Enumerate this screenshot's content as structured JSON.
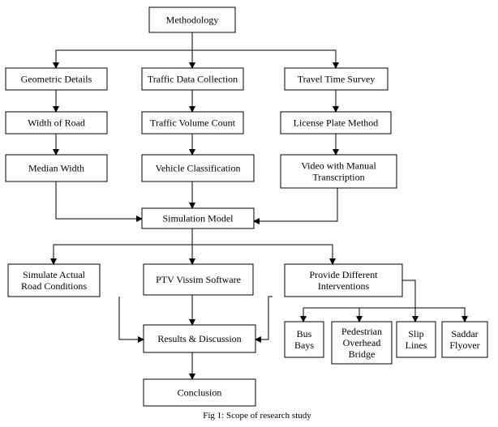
{
  "diagram": {
    "caption": "Fig 1: Scope of research study",
    "nodes": [
      {
        "id": "methodology",
        "lines": [
          "Methodology"
        ]
      },
      {
        "id": "geometric-details",
        "lines": [
          "Geometric Details"
        ]
      },
      {
        "id": "traffic-data-collection",
        "lines": [
          "Traffic Data Collection"
        ]
      },
      {
        "id": "travel-time-survey",
        "lines": [
          "Travel Time Survey"
        ]
      },
      {
        "id": "width-of-road",
        "lines": [
          "Width of Road"
        ]
      },
      {
        "id": "traffic-volume-count",
        "lines": [
          "Traffic Volume Count"
        ]
      },
      {
        "id": "license-plate-method",
        "lines": [
          "License Plate Method"
        ]
      },
      {
        "id": "median-width",
        "lines": [
          "Median Width"
        ]
      },
      {
        "id": "vehicle-classification",
        "lines": [
          "Vehicle Classification"
        ]
      },
      {
        "id": "video-manual-transcription",
        "lines": [
          "Video with Manual",
          "Transcription"
        ]
      },
      {
        "id": "simulation-model",
        "lines": [
          "Simulation Model"
        ]
      },
      {
        "id": "simulate-actual-road-conditions",
        "lines": [
          "Simulate Actual",
          "Road Conditions"
        ]
      },
      {
        "id": "ptv-vissim-software",
        "lines": [
          "PTV Vissim Software"
        ]
      },
      {
        "id": "provide-different-interventions",
        "lines": [
          "Provide Different",
          "Interventions"
        ]
      },
      {
        "id": "results-discussion",
        "lines": [
          "Results & Discussion"
        ]
      },
      {
        "id": "bus-bays",
        "lines": [
          "Bus",
          "Bays"
        ]
      },
      {
        "id": "pedestrian-overhead-bridge",
        "lines": [
          "Pedestrian",
          "Overhead",
          "Bridge"
        ]
      },
      {
        "id": "slip-lines",
        "lines": [
          "Slip",
          "Lines"
        ]
      },
      {
        "id": "saddar-flyover",
        "lines": [
          "Saddar",
          "Flyover"
        ]
      },
      {
        "id": "conclusion",
        "lines": [
          "Conclusion"
        ]
      }
    ],
    "edges": [
      {
        "from": "methodology",
        "to": "geometric-details"
      },
      {
        "from": "methodology",
        "to": "traffic-data-collection"
      },
      {
        "from": "methodology",
        "to": "travel-time-survey"
      },
      {
        "from": "geometric-details",
        "to": "width-of-road"
      },
      {
        "from": "traffic-data-collection",
        "to": "traffic-volume-count"
      },
      {
        "from": "travel-time-survey",
        "to": "license-plate-method"
      },
      {
        "from": "width-of-road",
        "to": "median-width"
      },
      {
        "from": "traffic-volume-count",
        "to": "vehicle-classification"
      },
      {
        "from": "license-plate-method",
        "to": "video-manual-transcription"
      },
      {
        "from": "median-width",
        "to": "simulation-model"
      },
      {
        "from": "vehicle-classification",
        "to": "simulation-model"
      },
      {
        "from": "video-manual-transcription",
        "to": "simulation-model"
      },
      {
        "from": "simulation-model",
        "to": "simulate-actual-road-conditions"
      },
      {
        "from": "simulation-model",
        "to": "ptv-vissim-software"
      },
      {
        "from": "simulation-model",
        "to": "provide-different-interventions"
      },
      {
        "from": "simulate-actual-road-conditions",
        "to": "results-discussion"
      },
      {
        "from": "ptv-vissim-software",
        "to": "results-discussion"
      },
      {
        "from": "provide-different-interventions",
        "to": "results-discussion"
      },
      {
        "from": "provide-different-interventions",
        "to": "bus-bays"
      },
      {
        "from": "provide-different-interventions",
        "to": "pedestrian-overhead-bridge"
      },
      {
        "from": "provide-different-interventions",
        "to": "slip-lines"
      },
      {
        "from": "provide-different-interventions",
        "to": "saddar-flyover"
      },
      {
        "from": "results-discussion",
        "to": "conclusion"
      }
    ]
  }
}
